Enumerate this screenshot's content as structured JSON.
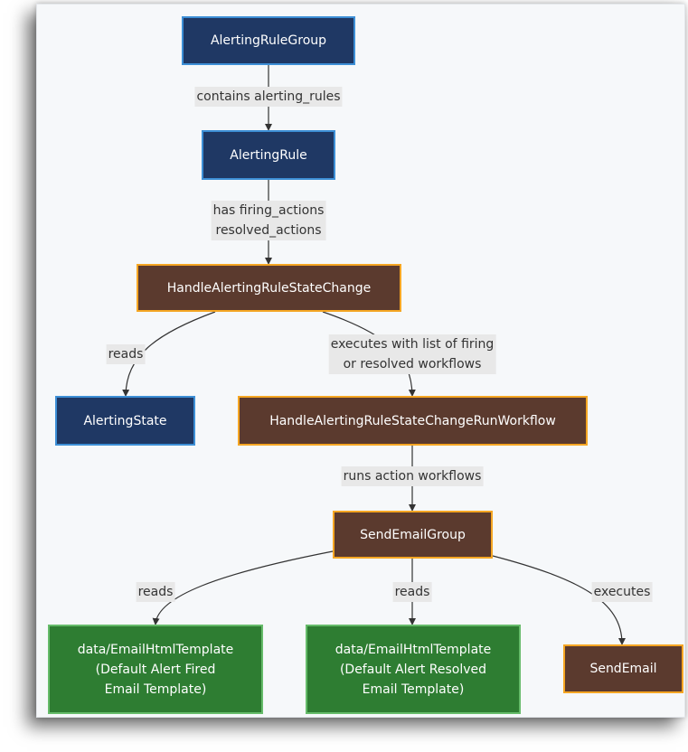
{
  "nodes": {
    "alerting_rule_group": "AlertingRuleGroup",
    "alerting_rule": "AlertingRule",
    "handle_state_change": "HandleAlertingRuleStateChange",
    "alerting_state": "AlertingState",
    "handle_run_workflow": "HandleAlertingRuleStateChangeRunWorkflow",
    "send_email_group": "SendEmailGroup",
    "template_fired": "data/EmailHtmlTemplate\n(Default Alert Fired\nEmail Template)",
    "template_resolved": "data/EmailHtmlTemplate\n(Default Alert Resolved\nEmail Template)",
    "send_email": "SendEmail"
  },
  "edges": {
    "contains": "contains alerting_rules",
    "has_actions": "has firing_actions\nresolved_actions",
    "reads_state": "reads",
    "executes_list": "executes with list of firing\nor resolved workflows",
    "runs_workflows": "runs action workflows",
    "reads_fired": "reads",
    "reads_resolved": "reads",
    "executes_send": "executes"
  },
  "colors": {
    "entity_fill": "#1f3864",
    "entity_border": "#3d8fd6",
    "workflow_fill": "#5b3a2e",
    "workflow_border": "#f5a623",
    "data_fill": "#2e7d32",
    "data_border": "#66bb6a",
    "edge": "#333333",
    "edge_label_bg": "#e8e8e8"
  }
}
